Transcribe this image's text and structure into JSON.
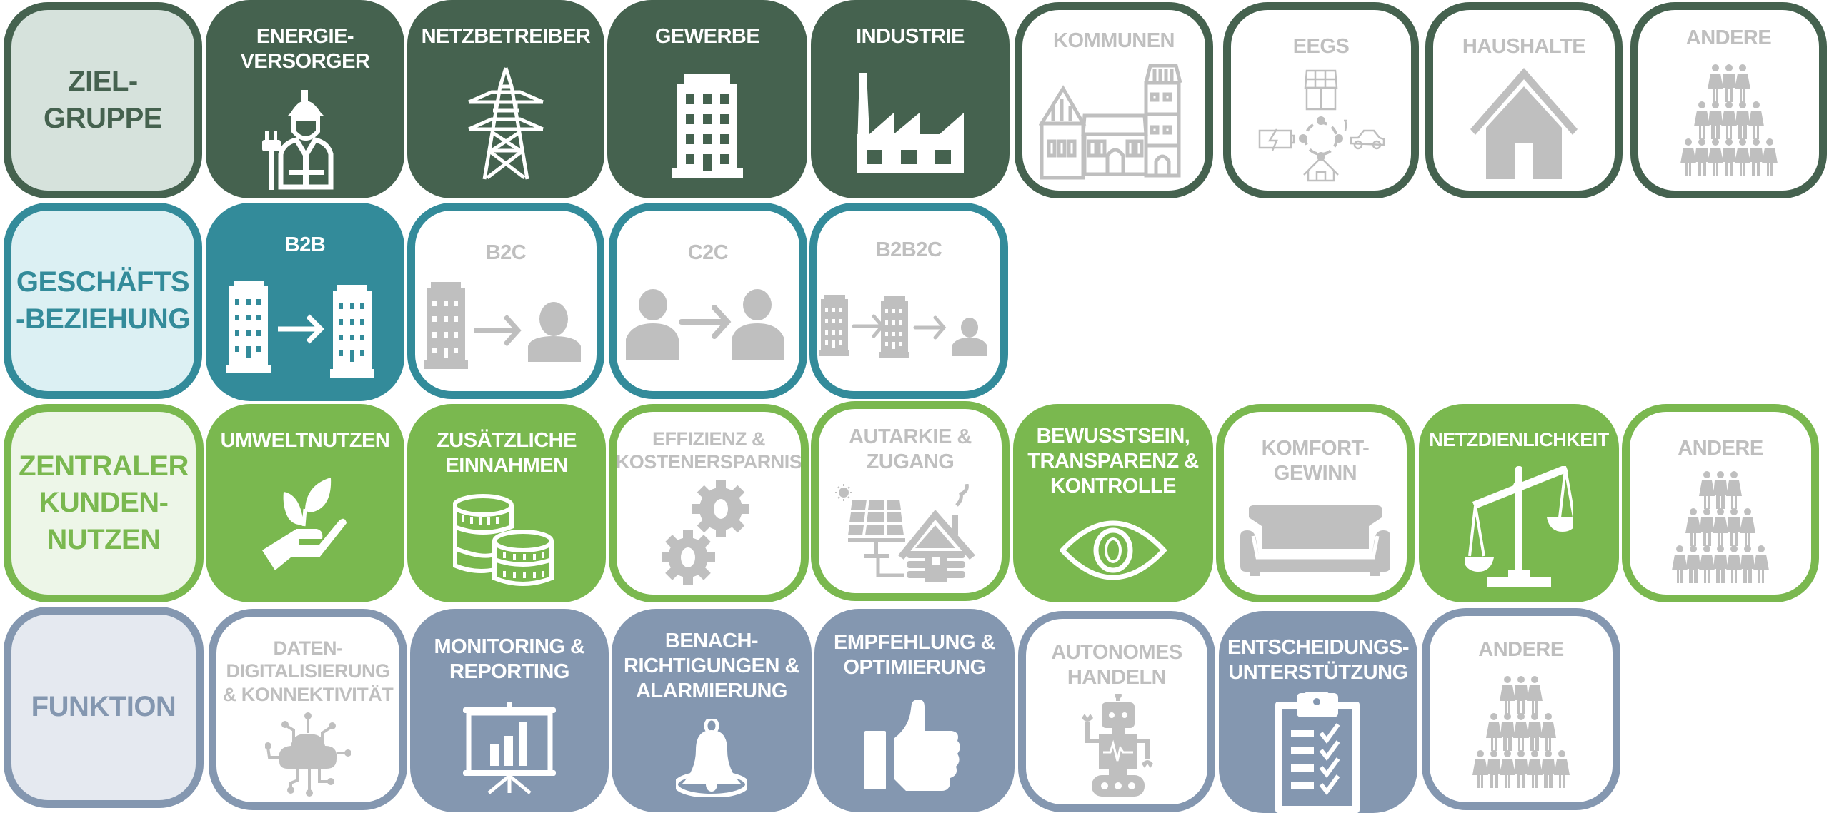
{
  "colors": {
    "zielgruppe": "#45624f",
    "geschaeftsbeziehung": "#338b9a",
    "kundennutzen": "#7ab84f",
    "funktion": "#8497b0",
    "inactive_text": "#bfbfbf",
    "active_text": "#ffffff"
  },
  "rows": [
    {
      "category": "ZIEL-\nGRUPPE",
      "items": [
        {
          "label": "ENERGIE-\nVERSORGER",
          "icon": "electrician-icon",
          "selected": true
        },
        {
          "label": "NETZBETREIBER",
          "icon": "power-pylon-icon",
          "selected": true
        },
        {
          "label": "GEWERBE",
          "icon": "office-building-icon",
          "selected": true
        },
        {
          "label": "INDUSTRIE",
          "icon": "factory-icon",
          "selected": true
        },
        {
          "label": "KOMMUNEN",
          "icon": "town-buildings-icon",
          "selected": false
        },
        {
          "label": "EEGS",
          "icon": "energy-community-icon",
          "selected": false
        },
        {
          "label": "HAUSHALTE",
          "icon": "house-icon",
          "selected": false
        },
        {
          "label": "ANDERE",
          "icon": "people-group-icon",
          "selected": false
        }
      ]
    },
    {
      "category": "GESCHÄFTS\n-BEZIEHUNG",
      "items": [
        {
          "label": "B2B",
          "icon": "building-to-building-icon",
          "selected": true
        },
        {
          "label": "B2C",
          "icon": "building-to-person-icon",
          "selected": false
        },
        {
          "label": "C2C",
          "icon": "person-to-person-icon",
          "selected": false
        },
        {
          "label": "B2B2C",
          "icon": "building-building-person-icon",
          "selected": false
        }
      ]
    },
    {
      "category": "ZENTRALER\nKUNDEN-\nNUTZEN",
      "items": [
        {
          "label": "UMWELTNUTZEN",
          "icon": "hand-plant-icon",
          "selected": true
        },
        {
          "label": "ZUSÄTZLICHE\nEINNAHMEN",
          "icon": "coins-icon",
          "selected": true
        },
        {
          "label": "EFFIZIENZ &\nKOSTENERSPARNIS",
          "icon": "gears-icon",
          "selected": false
        },
        {
          "label": "AUTARKIE &\nZUGANG",
          "icon": "solar-cabin-icon",
          "selected": false
        },
        {
          "label": "BEWUSSTSEIN,\nTRANSPARENZ &\nKONTROLLE",
          "icon": "eye-icon",
          "selected": true
        },
        {
          "label": "KOMFORT-\nGEWINN",
          "icon": "sofa-icon",
          "selected": false
        },
        {
          "label": "NETZDIENLICHKEIT",
          "icon": "scale-icon",
          "selected": true
        },
        {
          "label": "ANDERE",
          "icon": "people-group-icon",
          "selected": false
        }
      ]
    },
    {
      "category": "FUNKTION",
      "items": [
        {
          "label": "DATEN-\nDIGITALISIERUNG\n& KONNEKTIVITÄT",
          "icon": "cloud-network-icon",
          "selected": false
        },
        {
          "label": "MONITORING &\nREPORTING",
          "icon": "presentation-chart-icon",
          "selected": true
        },
        {
          "label": "BENACH-\nRICHTIGUNGEN &\nALARMIERUNG",
          "icon": "bell-icon",
          "selected": true
        },
        {
          "label": "EMPFEHLUNG &\nOPTIMIERUNG",
          "icon": "thumbs-up-icon",
          "selected": true
        },
        {
          "label": "AUTONOMES\nHANDELN",
          "icon": "robot-icon",
          "selected": false
        },
        {
          "label": "ENTSCHEIDUNGS-\nUNTERSTÜTZUNG",
          "icon": "clipboard-checklist-icon",
          "selected": true
        },
        {
          "label": "ANDERE",
          "icon": "people-group-icon",
          "selected": false
        }
      ]
    }
  ]
}
